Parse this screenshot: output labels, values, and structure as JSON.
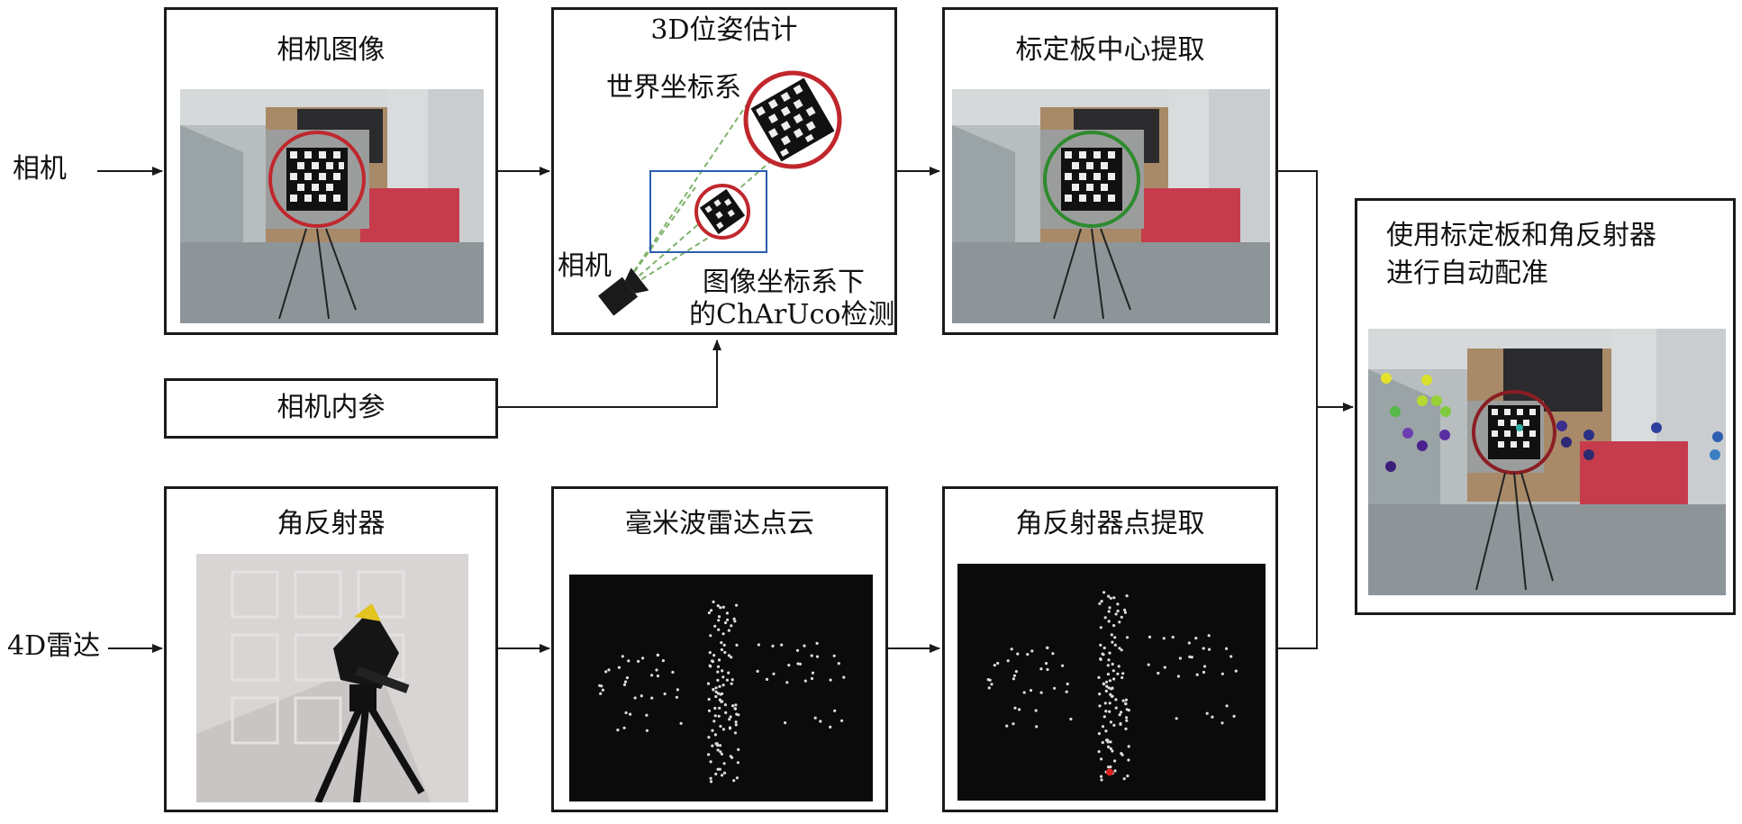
{
  "inputs": {
    "camera": "相机",
    "radar": "4D雷达"
  },
  "boxes": {
    "camera_image": "相机图像",
    "pose_estimation": "3D位姿估计",
    "board_center": "标定板中心提取",
    "intrinsics": "相机内参",
    "corner_reflector": "角反射器",
    "radar_cloud": "毫米波雷达点云",
    "reflector_points": "角反射器点提取",
    "auto_registration_line1": "使用标定板和角反射器",
    "auto_registration_line2": "进行自动配准"
  },
  "pose_panel": {
    "world_frame": "世界坐标系",
    "camera": "相机",
    "detect_line1": "图像坐标系下",
    "detect_line2": "的ChArUco检测"
  },
  "colors": {
    "frame": "#1a1a1a",
    "marker_circle": "#c0272d",
    "detected_circle": "#2e8b2e",
    "detection_rect": "#2a5db0",
    "ray_lines": "#7fb26b",
    "radar_bg": "#0b0b0b",
    "radar_point": "#dddddd",
    "reflector_point": "#e02020"
  }
}
